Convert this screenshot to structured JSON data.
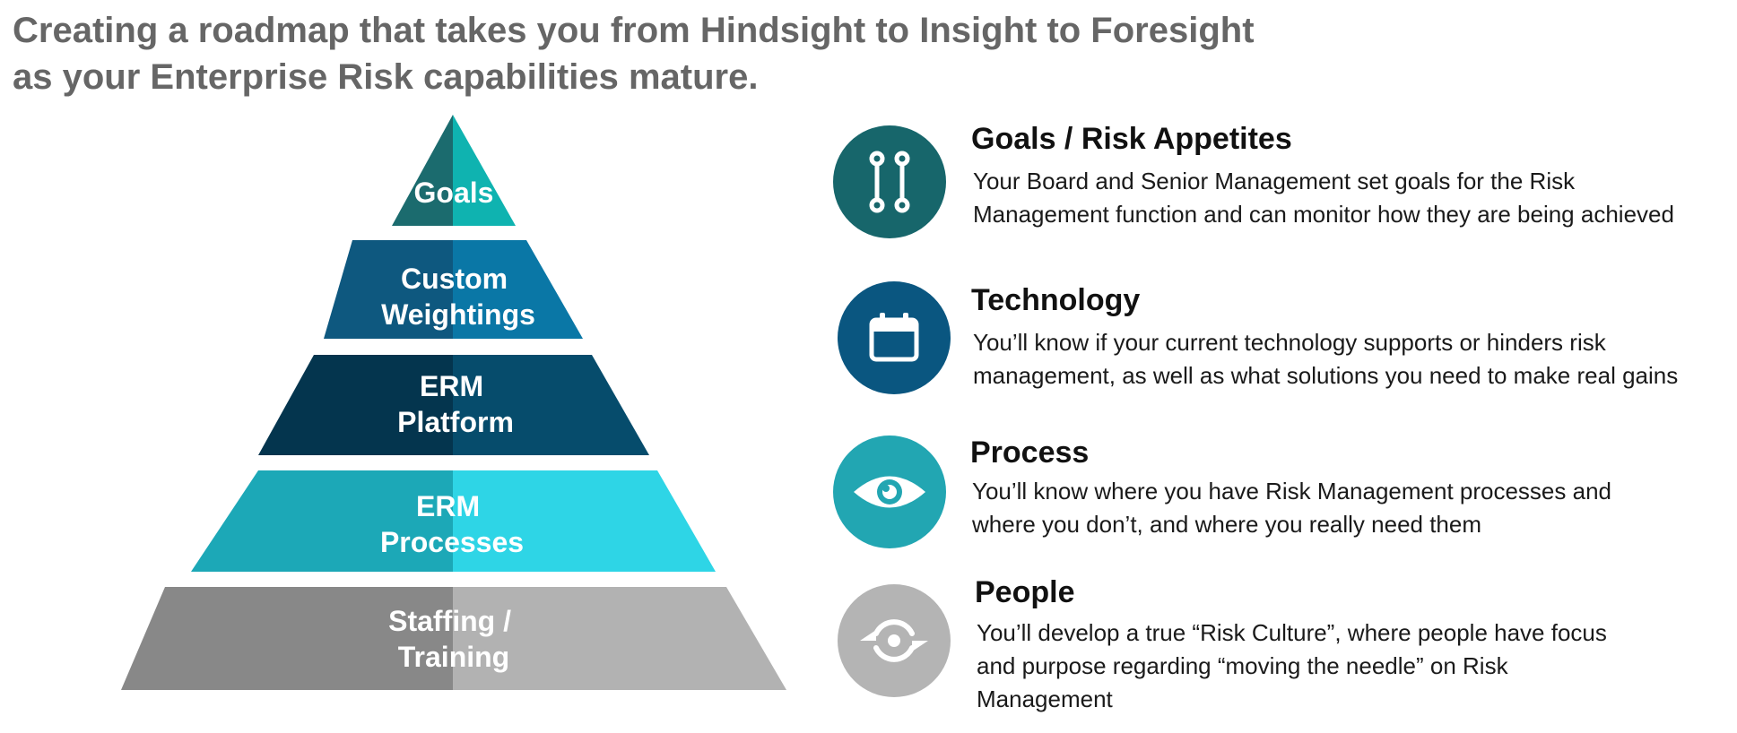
{
  "headline": {
    "line1": "Creating a roadmap that takes you from Hindsight to Insight to Foresight",
    "line2": "as your Enterprise Risk capabilities mature."
  },
  "pyramid": {
    "tiers": [
      {
        "lines": [
          "Goals"
        ],
        "left_color": "#1b6b6e",
        "right_color": "#0fb3b0"
      },
      {
        "lines": [
          "Custom",
          "Weightings"
        ],
        "left_color": "#0e587f",
        "right_color": "#0a77a6"
      },
      {
        "lines": [
          "ERM",
          "Platform"
        ],
        "left_color": "#04354e",
        "right_color": "#064c6c"
      },
      {
        "lines": [
          "ERM",
          "Processes"
        ],
        "left_color": "#1ca8b7",
        "right_color": "#2ed5e6"
      },
      {
        "lines": [
          "Staffing /",
          "Training"
        ],
        "left_color": "#888888",
        "right_color": "#b2b2b2"
      }
    ]
  },
  "items": [
    {
      "title": "Goals / Risk Appetites",
      "desc_lines": [
        "Your Board and Senior Management set goals for the Risk",
        "Management function and can monitor how they are being achieved"
      ],
      "icon": "sliders-icon",
      "color": "#17666b"
    },
    {
      "title": "Technology",
      "desc_lines": [
        "You’ll know if your current technology supports or hinders risk",
        "management, as well as what solutions you need to make real gains"
      ],
      "icon": "calendar-icon",
      "color": "#0a5680"
    },
    {
      "title": "Process",
      "desc_lines": [
        "You’ll know where you have Risk Management processes and",
        "where you don’t, and where you really need them"
      ],
      "icon": "eye-icon",
      "color": "#22a6b2"
    },
    {
      "title": "People",
      "desc_lines": [
        "You’ll develop a true “Risk Culture”, where people have focus",
        "and purpose regarding “moving the needle” on Risk",
        "Management"
      ],
      "icon": "refresh-icon",
      "color": "#b4b4b4"
    }
  ]
}
